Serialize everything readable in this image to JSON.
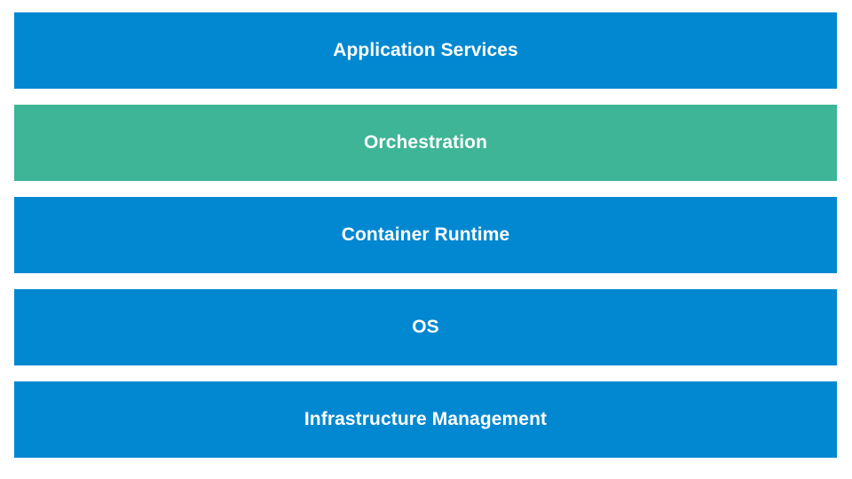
{
  "diagram": {
    "layers": [
      {
        "label": "Application Services",
        "color": "#0288D1"
      },
      {
        "label": "Orchestration",
        "color": "#3EB596"
      },
      {
        "label": "Container Runtime",
        "color": "#0288D1"
      },
      {
        "label": "OS",
        "color": "#0288D1"
      },
      {
        "label": "Infrastructure Management",
        "color": "#0288D1"
      }
    ]
  }
}
